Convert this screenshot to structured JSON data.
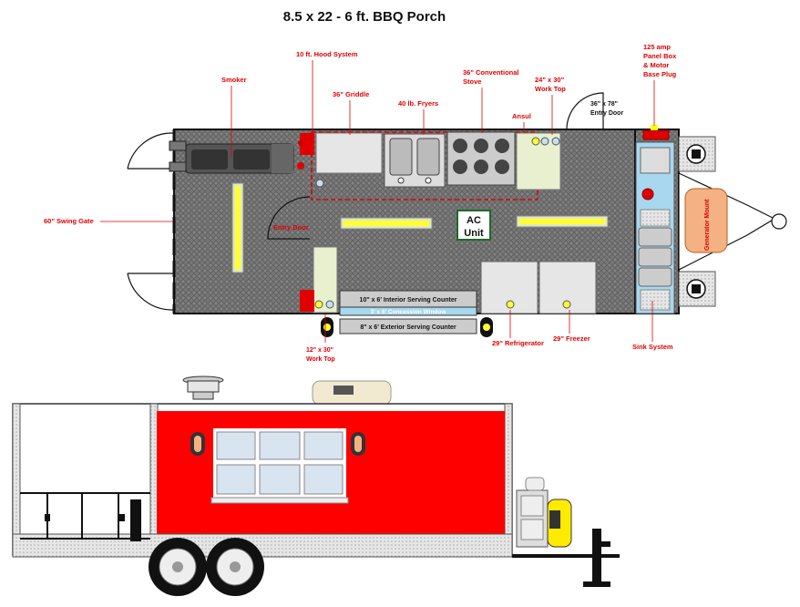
{
  "title": "8.5 x 22 - 6 ft. BBQ Porch",
  "labels": {
    "hood_system": "10 ft. Hood System",
    "smoker": "Smoker",
    "griddle": "36\" Griddle",
    "fryers": "40 lb. Fryers",
    "stove_1": "36\" Conventional",
    "stove_2": "Stove",
    "work_top_1": "24\" x 30\"",
    "work_top_2": "Work Top",
    "panel_1": "125 amp",
    "panel_2": "Panel Box",
    "panel_3": "& Motor",
    "panel_4": "Base Plug",
    "ansul": "Ansul",
    "entry_door_1": "36\" x 78\"",
    "entry_door_2": "Entry Door",
    "swing_gate": "60\" Swing Gate",
    "inner_entry_door": "Entry Door",
    "ac_1": "AC",
    "ac_2": "Unit",
    "generator_mount": "Generator Mount",
    "interior_counter": "10\" x 6' Interior Serving Counter",
    "concession_window": "3' x 6' Concession Window",
    "exterior_counter": "8\" x 6' Exterior Serving Counter",
    "small_work_top_1": "12\" x 30\"",
    "small_work_top_2": "Work Top",
    "refrigerator": "29\" Refrigerator",
    "freezer": "29\" Freezer",
    "sink_system": "Sink System"
  },
  "colors": {
    "floor": "#7a7a7a",
    "accent_red": "#e00000",
    "trailer_red": "#ff0000",
    "light_fill": "#e8f0d0",
    "blue_panel": "#a8d8ef",
    "generator": "#f4b183",
    "yellow_light": "#ffff33"
  }
}
